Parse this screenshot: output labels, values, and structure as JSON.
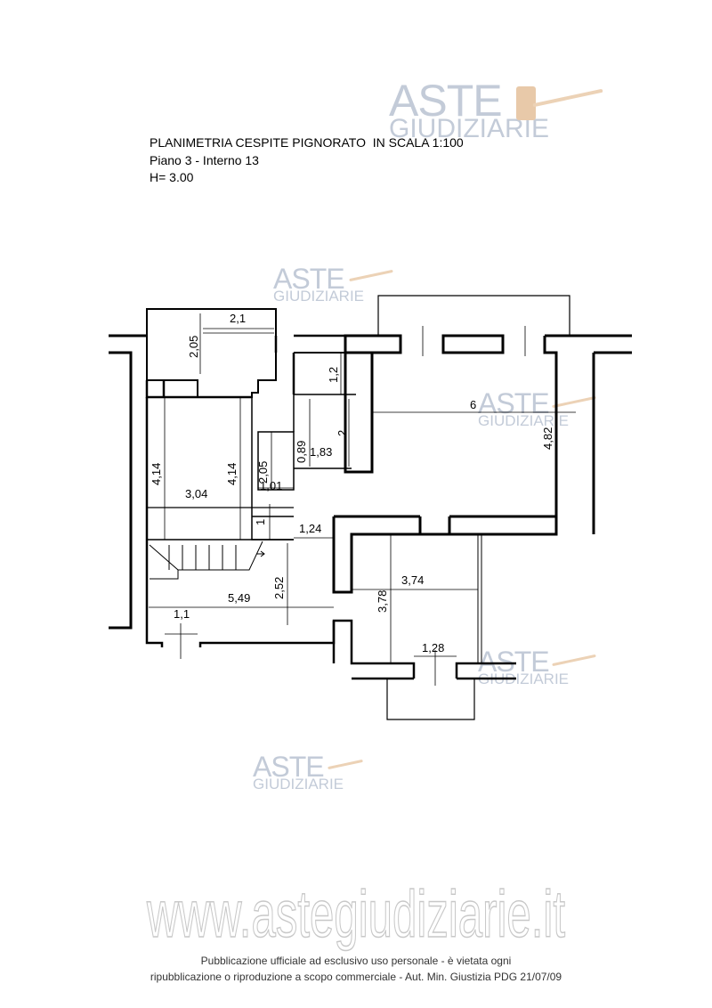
{
  "header": {
    "title": "PLANIMETRIA CESPITE PIGNORATO  IN SCALA 1:100",
    "floor": "Piano 3 - Interno 13",
    "height": "H= 3.00"
  },
  "watermark": {
    "brand_top": "ASTE",
    "brand_bottom": "GIUDIZIARIE",
    "website": "www.astegiudiziarie.it"
  },
  "dimensions": {
    "d_2_1": "2,1",
    "d_2_05_top": "2,05",
    "d_1_2": "1,2",
    "d_2": "2",
    "d_0_89": "0,89",
    "d_1_83": "1,83",
    "d_4_14_a": "4,14",
    "d_4_14_b": "4,14",
    "d_2_05_closet": "2,05",
    "d_1_01": "1,01",
    "d_3_04": "3,04",
    "d_1": "1",
    "d_1_24": "1,24",
    "d_2_52": "2,52",
    "d_5_49": "5,49",
    "d_1_1": "1,1",
    "d_6": "6",
    "d_4_82": "4,82",
    "d_3_74": "3,74",
    "d_3_78": "3,78",
    "d_1_28": "1,28"
  },
  "footer": {
    "line1": "Pubblicazione ufficiale ad esclusivo uso personale - è vietata ogni",
    "line2": "ripubblicazione o riproduzione a scopo commerciale - Aut. Min. Giustizia PDG 21/07/09"
  }
}
